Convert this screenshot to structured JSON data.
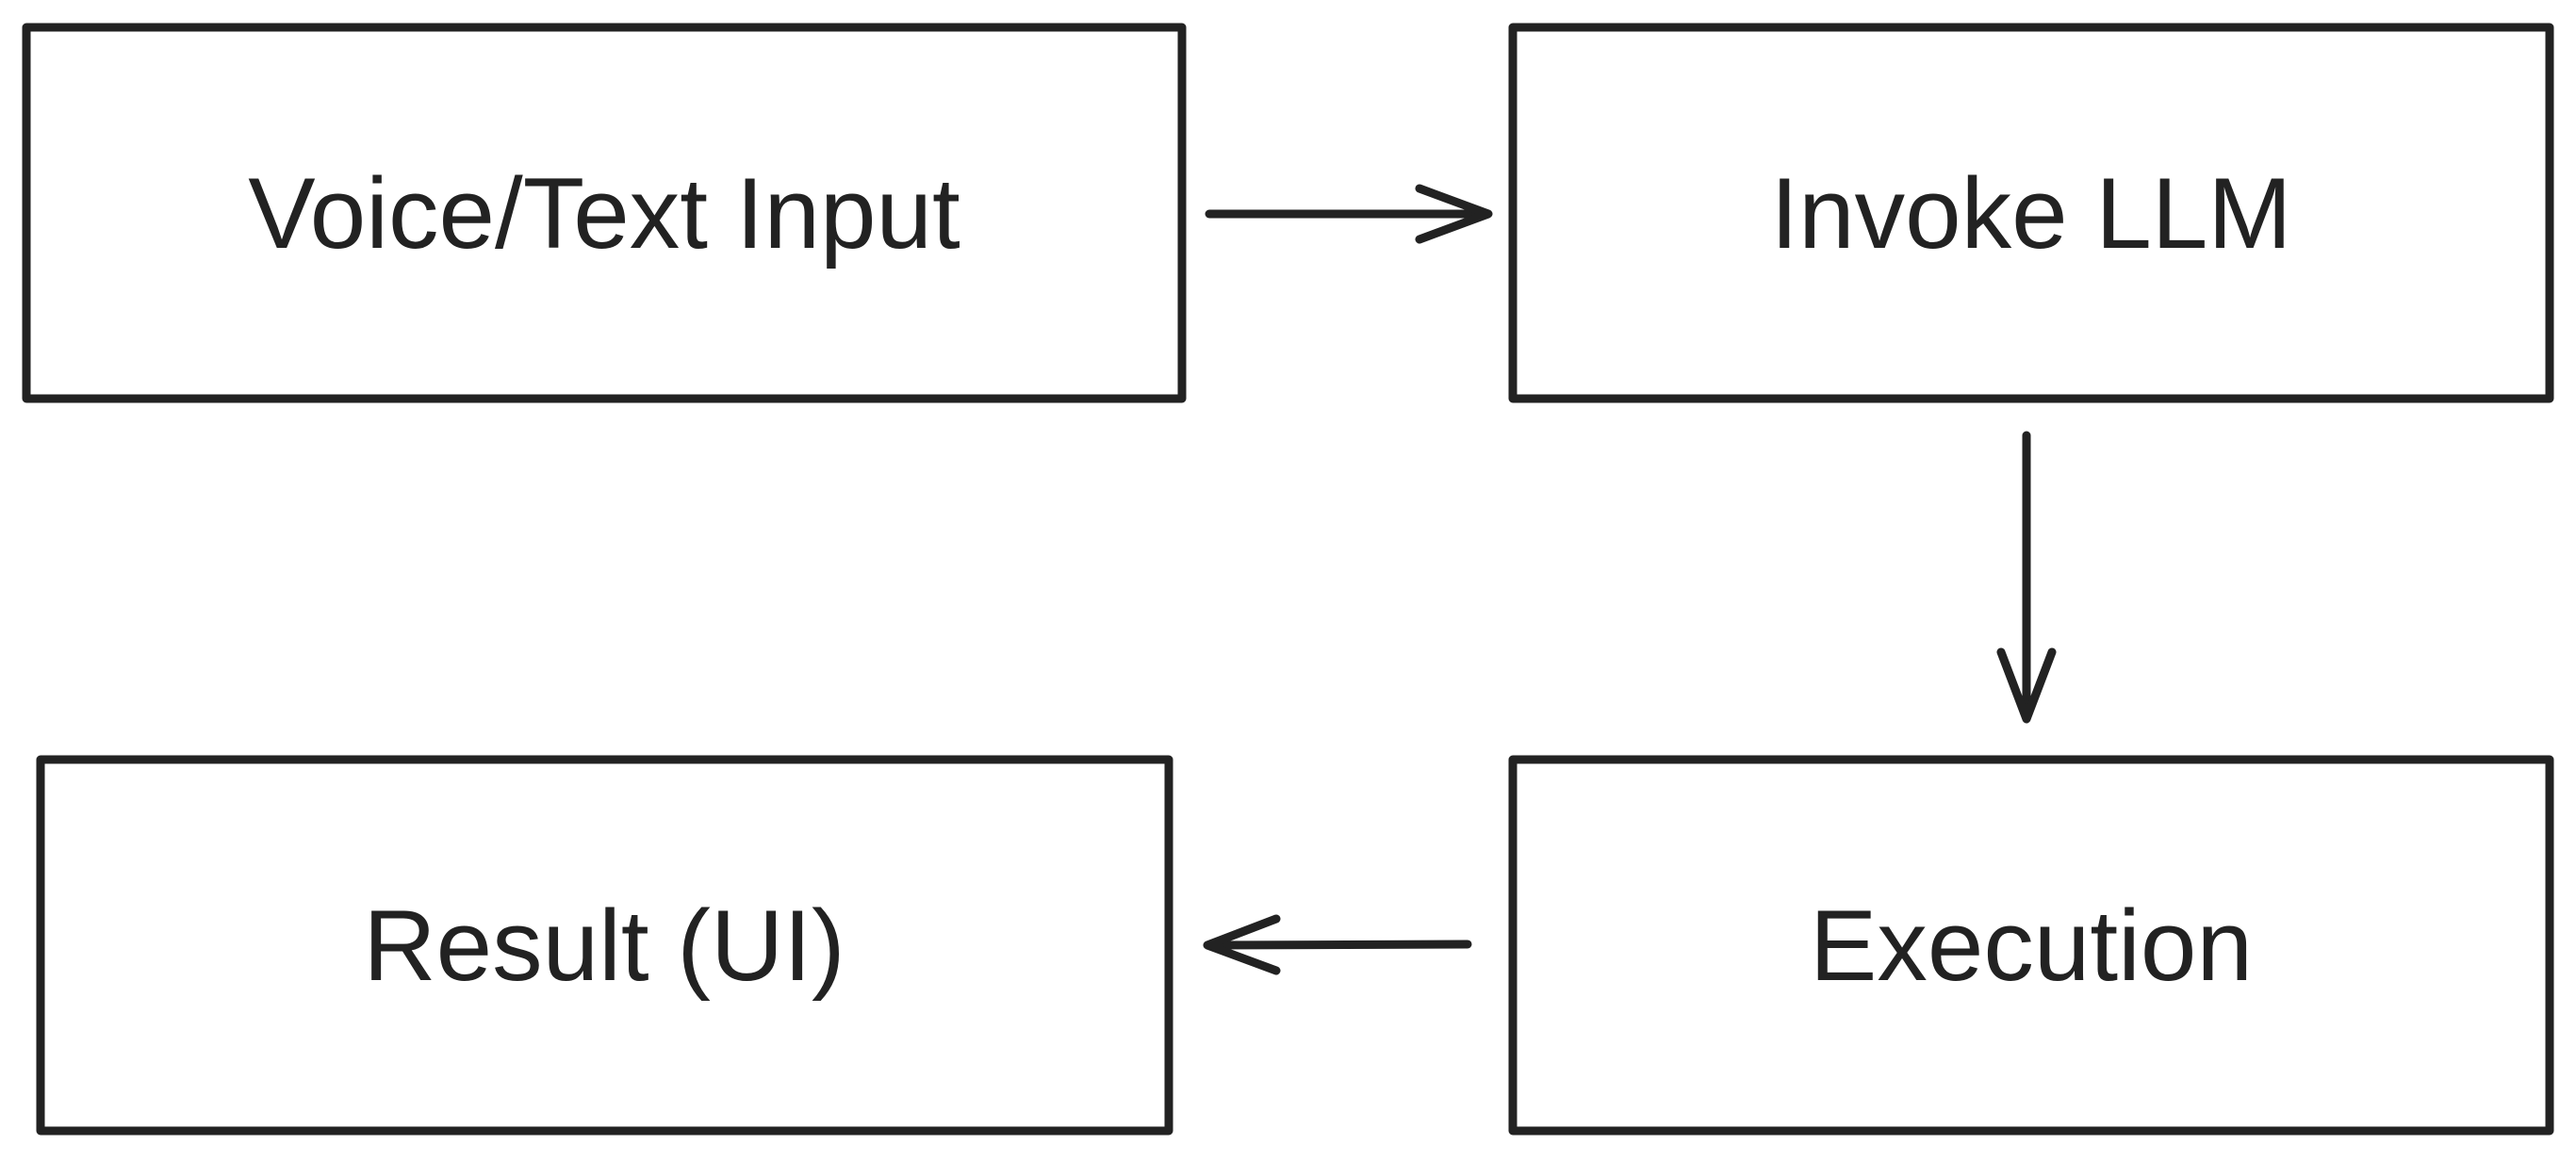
{
  "diagram": {
    "nodes": [
      {
        "id": "input",
        "label": "Voice/Text Input"
      },
      {
        "id": "llm",
        "label": "Invoke LLM"
      },
      {
        "id": "execution",
        "label": "Execution"
      },
      {
        "id": "result",
        "label": "Result (UI)"
      }
    ],
    "edges": [
      {
        "from": "input",
        "to": "llm"
      },
      {
        "from": "llm",
        "to": "execution"
      },
      {
        "from": "execution",
        "to": "result"
      }
    ]
  }
}
